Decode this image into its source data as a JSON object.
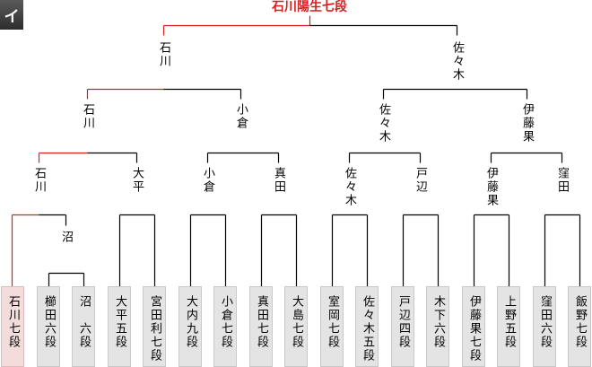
{
  "badge": "イ",
  "title": "石川陽生七段",
  "colors": {
    "winner": "#d42020",
    "line": "#000000",
    "box": "#e4e4e4",
    "winner_box": "#f3dcdc"
  },
  "players": [
    "石川七段",
    "櫛田六段",
    "沼　六段",
    "大平五段",
    "宮田利七段",
    "大内九段",
    "小倉七段",
    "真田七段",
    "大島七段",
    "室岡七段",
    "佐々木五段",
    "戸辺四段",
    "木下六段",
    "伊藤果七段",
    "上野五段",
    "窪田六段",
    "飯野七段"
  ],
  "round1": [
    "沼"
  ],
  "round2": [
    "石川",
    "大平",
    "小倉",
    "真田",
    "佐々木",
    "戸辺",
    "伊藤果",
    "窪田"
  ],
  "round3": [
    "石川",
    "小倉",
    "佐々木",
    "伊藤果"
  ],
  "round4": [
    "石川",
    "佐々木"
  ]
}
